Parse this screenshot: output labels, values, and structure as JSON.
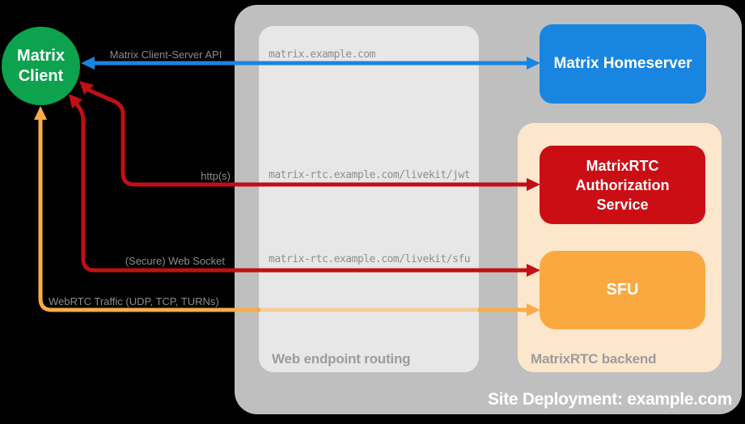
{
  "nodes": {
    "matrix_client": {
      "line1": "Matrix",
      "line2": "Client",
      "color": "#0CA24E"
    },
    "matrix_homeserver": {
      "label": "Matrix Homeserver",
      "color": "#1886E1"
    },
    "matrixrtc_auth": {
      "line1": "MatrixRTC",
      "line2": "Authorization",
      "line3": "Service",
      "color": "#CB0E14"
    },
    "sfu": {
      "label": "SFU",
      "color": "#F9A93F"
    }
  },
  "containers": {
    "site_deployment": {
      "label": "Site Deployment: example.com",
      "color": "#BFBFBF"
    },
    "web_endpoint_routing": {
      "label": "Web endpoint routing",
      "color": "#E7E7E7"
    },
    "matrixrtc_backend": {
      "label": "MatrixRTC backend",
      "color": "#FCE6CC"
    }
  },
  "endpoints": {
    "homeserver": "matrix.example.com",
    "jwt": "matrix-rtc.example.com/livekit/jwt",
    "sfu": "matrix-rtc.example.com/livekit/sfu"
  },
  "connections": {
    "client_server_api": {
      "label": "Matrix Client-Server API",
      "color": "#1886E1"
    },
    "https": {
      "label": "http(s)",
      "color": "#C01015"
    },
    "websocket": {
      "label": "(Secure) Web Socket",
      "color": "#C01015"
    },
    "webrtc": {
      "label": "WebRTC Traffic (UDP, TCP, TURNs)",
      "color": "#F8AC4A",
      "dimmed_color": "#F5CE9B"
    }
  }
}
